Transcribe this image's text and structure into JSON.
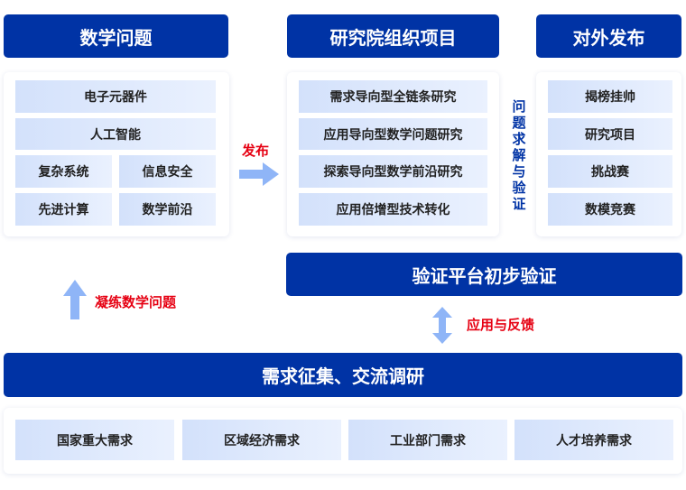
{
  "math_problems": {
    "title": "数学问题",
    "items": [
      "电子元器件",
      "人工智能",
      "复杂系统",
      "信息安全",
      "先进计算",
      "数学前沿"
    ]
  },
  "publish_label": "发布",
  "institute_projects": {
    "title": "研究院组织项目",
    "items": [
      "需求导向型全链条研究",
      "应用导向型数学问题研究",
      "探索导向型数学前沿研究",
      "应用倍增型技术转化"
    ]
  },
  "solve_verify_label": "问题求解与验证",
  "external_release": {
    "title": "对外发布",
    "items": [
      "揭榜挂帅",
      "研究项目",
      "挑战赛",
      "数模竞赛"
    ]
  },
  "platform_verify": "验证平台初步验证",
  "refine_label": "凝练数学问题",
  "feedback_label": "应用与反馈",
  "demand_collection": {
    "title": "需求征集、交流调研",
    "items": [
      "国家重大需求",
      "区域经济需求",
      "工业部门需求",
      "人才培养需求"
    ]
  },
  "colors": {
    "primary": "#0033a5",
    "accent_red": "#e60012",
    "arrow": "#8fb5f7"
  }
}
